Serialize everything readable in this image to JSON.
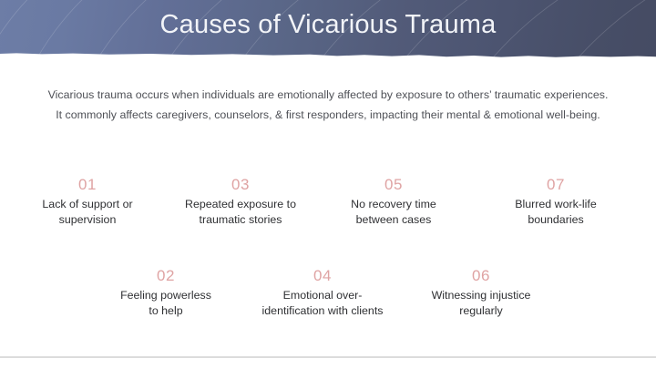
{
  "slide": {
    "title": "Causes of Vicarious Trauma",
    "intro": {
      "line1": "Vicarious trauma occurs when individuals are emotionally affected by exposure to others’ traumatic experiences.",
      "line2": "It commonly affects caregivers, counselors, & first responders, impacting their mental & emotional well-being."
    },
    "colors": {
      "header_gradient_start": "#6d7da6",
      "header_gradient_end": "#454b63",
      "title_text": "#f2f4f8",
      "number_accent": "#dfa3a3",
      "body_text": "#2f3033",
      "intro_text": "#4f5157",
      "divider": "#dcdcdc",
      "background": "#ffffff"
    },
    "items": [
      {
        "number": "01",
        "label_line1": "Lack of support or",
        "label_line2": "supervision"
      },
      {
        "number": "02",
        "label_line1": "Feeling powerless",
        "label_line2": "to help"
      },
      {
        "number": "03",
        "label_line1": "Repeated exposure to",
        "label_line2": "traumatic stories"
      },
      {
        "number": "04",
        "label_line1": "Emotional over-",
        "label_line2": "identification with clients"
      },
      {
        "number": "05",
        "label_line1": "No recovery time",
        "label_line2": "between cases"
      },
      {
        "number": "06",
        "label_line1": "Witnessing injustice",
        "label_line2": "regularly"
      },
      {
        "number": "07",
        "label_line1": "Blurred work-life",
        "label_line2": "boundaries"
      }
    ]
  }
}
